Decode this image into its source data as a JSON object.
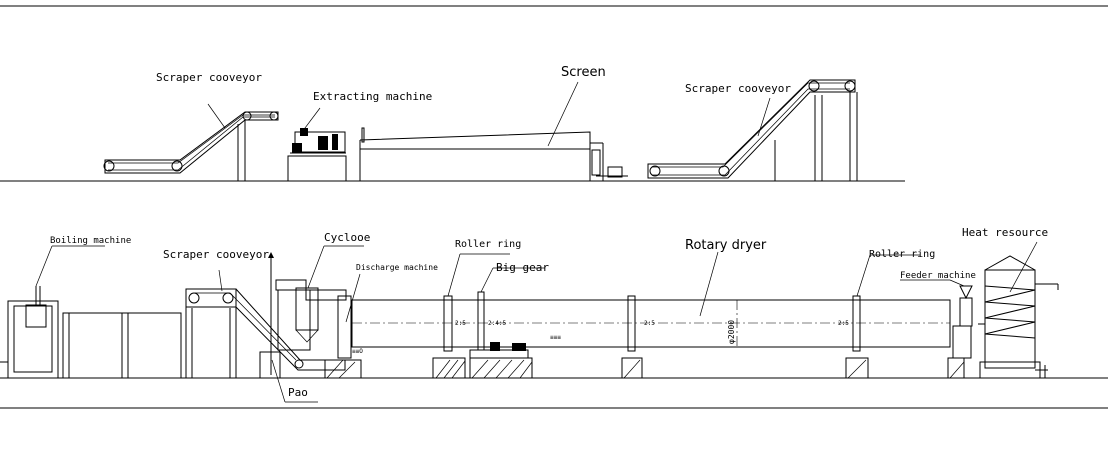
{
  "top_row": {
    "scraper_left": "Scraper cooveyor",
    "extracting": "Extracting machine",
    "screen": "Screen",
    "scraper_right": "Scraper cooveyor"
  },
  "bottom_row": {
    "boiling": "Boiling machine",
    "scraper": "Scraper cooveyor",
    "cyclone": "Cyclooe",
    "discharge": "Discharge machine",
    "roller_ring_left": "Roller ring",
    "big_gear": "Big gear",
    "rotary_dryer": "Rotary dryer",
    "roller_ring_right": "Roller ring",
    "feeder": "Feeder machine",
    "heat_resource": "Heat resource",
    "pan": "Pao",
    "diameter": "φ2000"
  }
}
